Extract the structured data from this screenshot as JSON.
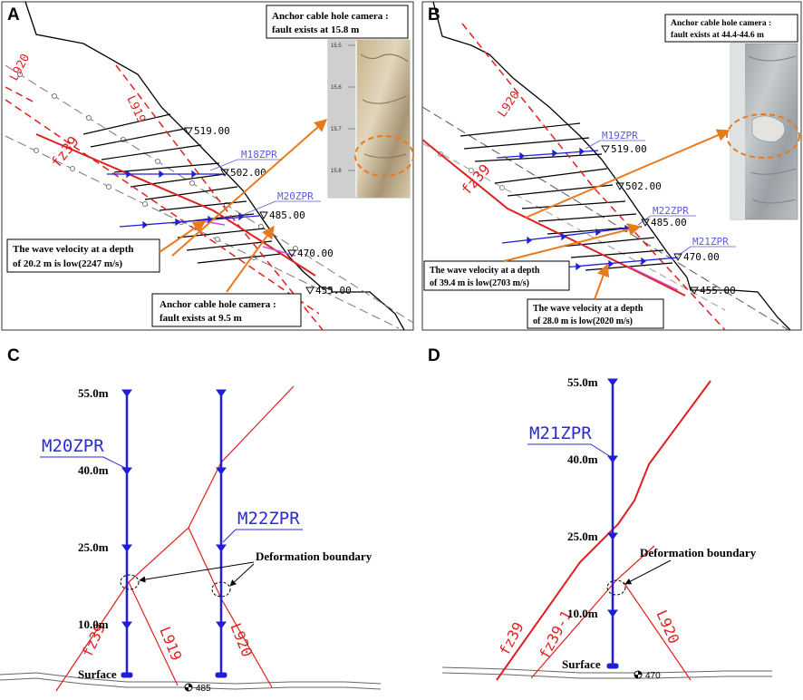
{
  "panels": {
    "a": {
      "letter": "A",
      "elevations": [
        "519.00",
        "502.00",
        "485.00",
        "470.00",
        "455.00"
      ],
      "boreholes": [
        "M18ZPR",
        "M20ZPR"
      ],
      "faults": [
        "L920",
        "L919",
        "fz39"
      ],
      "notes": {
        "camera_top": [
          "Anchor cable hole camera :",
          "fault exists at 15.8 m"
        ],
        "wave": [
          "The wave velocity at a depth",
          "of 20.2 m is low(2247 m/s)"
        ],
        "camera_bottom": [
          "Anchor cable hole camera :",
          "fault exists at 9.5 m"
        ]
      },
      "scale_ticks": [
        "15.5",
        "15.6",
        "15.7",
        "15.8"
      ]
    },
    "b": {
      "letter": "B",
      "elevations": [
        "519.00",
        "502.00",
        "485.00",
        "470.00",
        "455.00"
      ],
      "boreholes": [
        "M19ZPR",
        "M22ZPR",
        "M21ZPR"
      ],
      "faults": [
        "L920",
        "fz39"
      ],
      "notes": {
        "camera": [
          "Anchor cable hole camera :",
          "fault exists at 44.4-44.6 m"
        ],
        "wave1": [
          "The wave velocity at a depth",
          "of 39.4 m is low(2703 m/s)"
        ],
        "wave2": [
          "The wave velocity at a depth",
          "of 28.0 m is low(2020 m/s)"
        ]
      }
    },
    "c": {
      "letter": "C",
      "depths": [
        "55.0m",
        "40.0m",
        "25.0m",
        "10.0m"
      ],
      "surface": "Surface",
      "boreholes": [
        "M20ZPR",
        "M22ZPR"
      ],
      "faults": [
        "fz39",
        "L919",
        "L920"
      ],
      "boundary": "Deformation boundary",
      "marker": "485"
    },
    "d": {
      "letter": "D",
      "depths": [
        "55.0m",
        "40.0m",
        "25.0m",
        "10.0m"
      ],
      "surface": "Surface",
      "boreholes": [
        "M21ZPR"
      ],
      "faults": [
        "fz39",
        "fz39-1",
        "L920"
      ],
      "boundary": "Deformation boundary",
      "marker": "470"
    }
  },
  "colors": {
    "fault": "#e02020",
    "borehole": "#1f1fd8",
    "callout": "#e87a1e",
    "rock_light": "#d8cdb2",
    "rock_gray": "#b8bcbf"
  }
}
